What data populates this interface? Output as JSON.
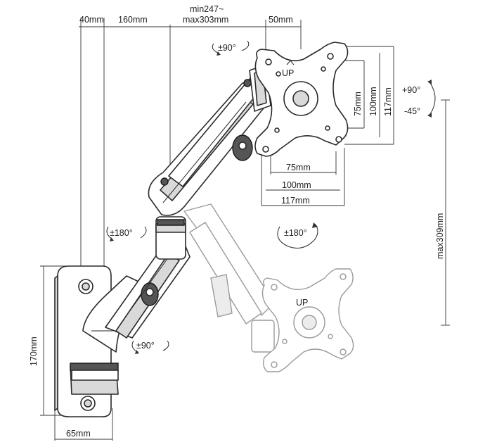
{
  "dimensions": {
    "plate_depth": "40mm",
    "arm_segment": "160mm",
    "extension_line1": "min247~",
    "extension_line2": "max303mm",
    "vesa_offset": "50mm",
    "vesa_v75": "75mm",
    "vesa_v100": "100mm",
    "vesa_v117": "117mm",
    "vesa_h75": "75mm",
    "vesa_h100": "100mm",
    "vesa_h117": "117mm",
    "height_adjust": "max309mm",
    "plate_height": "170mm",
    "plate_width": "65mm"
  },
  "rotations": {
    "top_swivel": "±90°",
    "tilt_up": "+90°",
    "tilt_down": "-45°",
    "rotation_180": "±180°",
    "elbow_swivel": "±180°",
    "base_swivel": "±90°"
  },
  "plate_markings": {
    "up_top": "UP",
    "up_ghost": "UP"
  }
}
